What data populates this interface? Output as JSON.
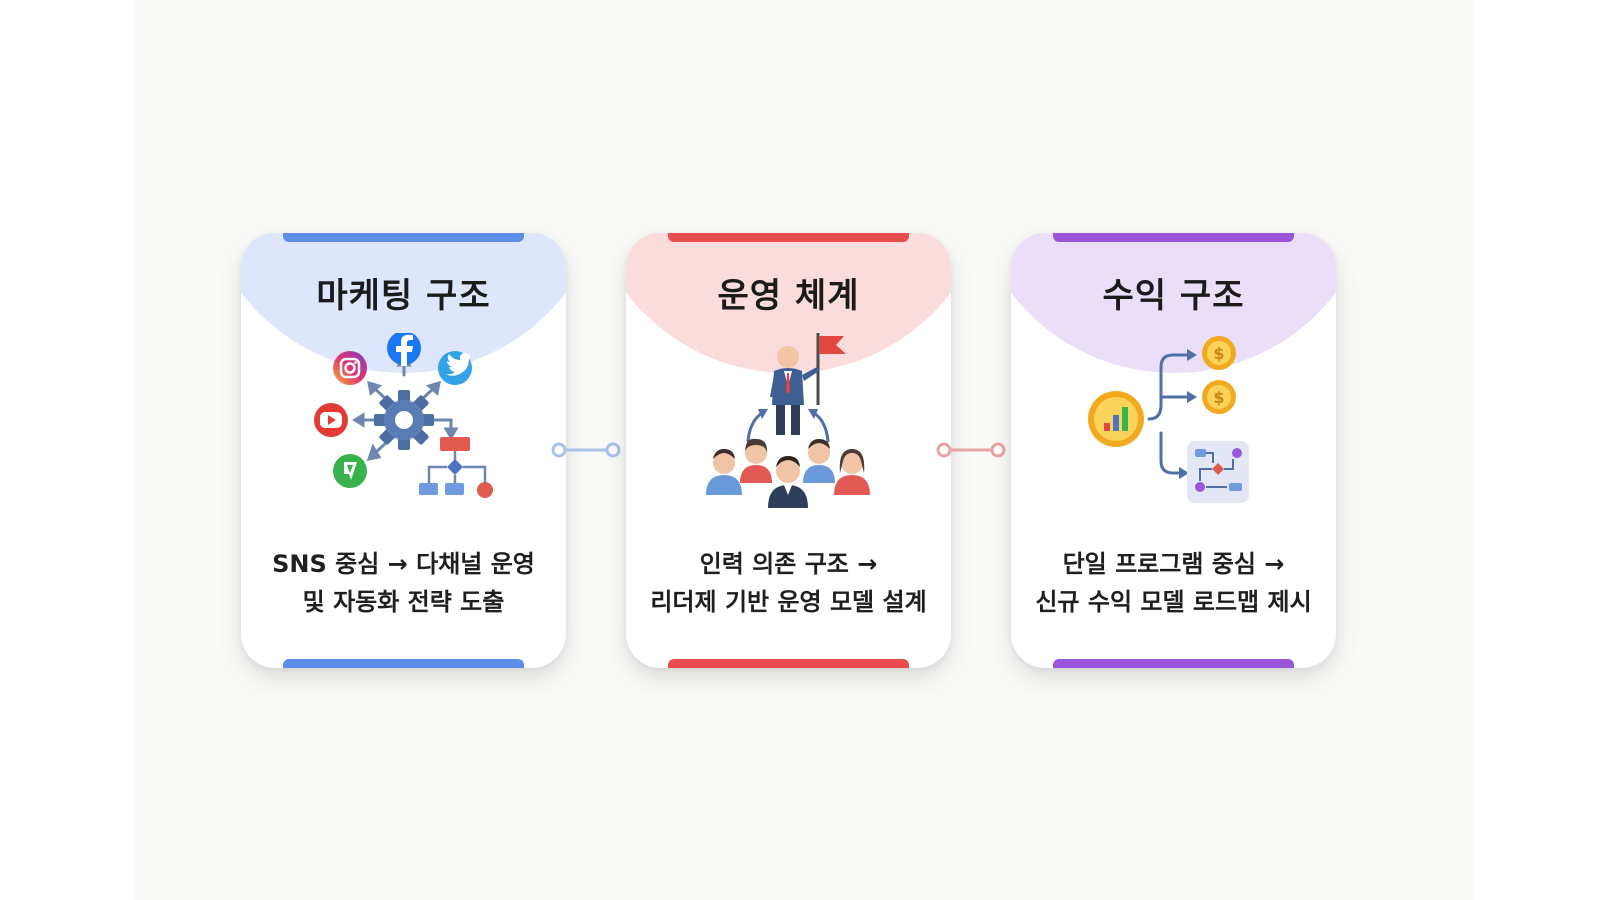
{
  "cards": [
    {
      "title": "마케팅 구조",
      "line1": "SNS 중심 → 다채널 운영",
      "line2": "및 자동화 전략 도출",
      "accent": "#5b8ee6",
      "band": "#dde6fa",
      "icon": "marketing-network-icon"
    },
    {
      "title": "운영 체계",
      "line1": "인력 의존 구조 →",
      "line2": "리더제 기반 운영 모델 설계",
      "accent": "#e84c4c",
      "band": "#fbdcdc",
      "icon": "leader-team-icon"
    },
    {
      "title": "수익 구조",
      "line1": "단일 프로그램 중심 →",
      "line2": "신규 수익 모델 로드맵 제시",
      "accent": "#9a55db",
      "band": "#ebdef8",
      "icon": "revenue-branch-icon"
    }
  ],
  "colors": {
    "background": "#fafaf8",
    "connector_1": "#a9c2ec",
    "connector_2": "#e9a5a5"
  }
}
